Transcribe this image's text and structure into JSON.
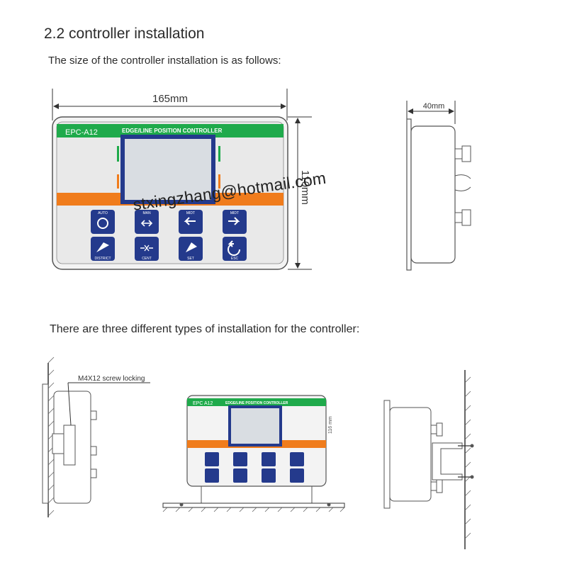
{
  "heading": "2.2 controller installation",
  "size_intro": "The size of the controller installation is as follows:",
  "types_intro": "There are three different types of installation for the controller:",
  "dimensions": {
    "width": "165mm",
    "height": "110mm",
    "depth": "40mm",
    "bottom_height": "116 mm"
  },
  "panel": {
    "model": "EPC-A12",
    "header": "EDGE/LINE POSITION CONTROLLER",
    "model_small": "EPC A12",
    "header_small": "EDGE/LINE POSITION CONTROLLER",
    "buttons_top": [
      "AUTO",
      "MAN",
      "MIDT",
      "MIDT"
    ],
    "buttons_bottom": [
      "DISTRICT",
      "CENT",
      "SET",
      "ESC"
    ]
  },
  "callout": "M4X12 screw locking",
  "watermark": "stxingzhang@hotmail.com",
  "colors": {
    "green": "#1faa4b",
    "orange": "#f07c1c",
    "navy": "#243a8c",
    "screen": "#d9dde2",
    "panel": "#e9e9e9"
  }
}
